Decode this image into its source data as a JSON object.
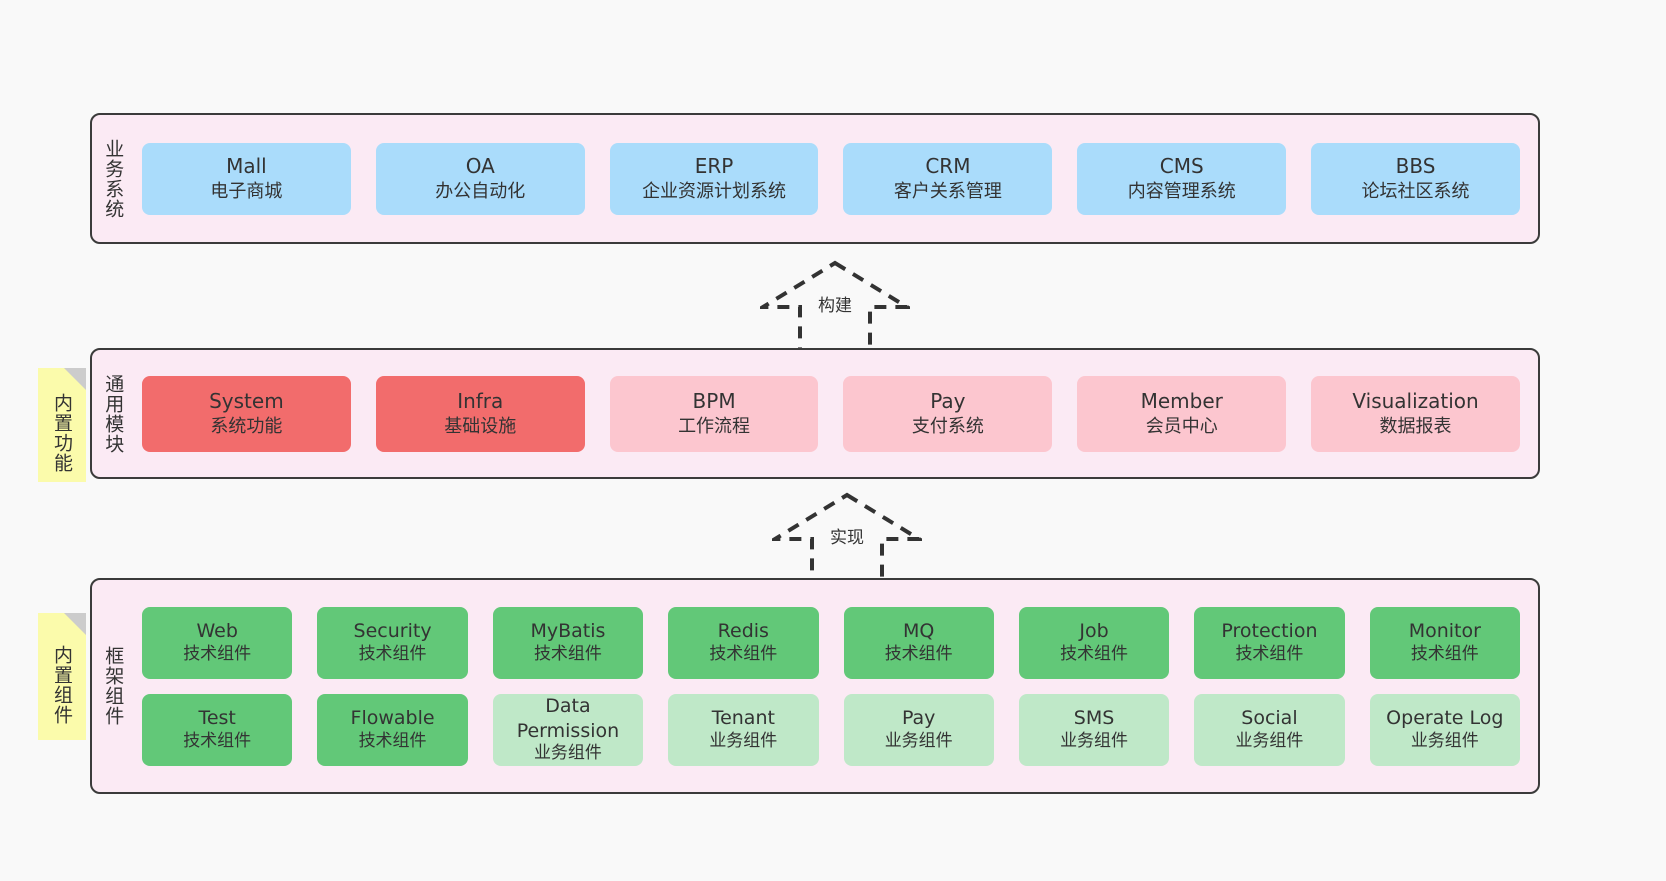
{
  "diagram": {
    "background": "#f9f9f9",
    "panel_fill": "#fbeaf4",
    "note_fill": "#fbfbab",
    "colors": {
      "business": "#aadcfb",
      "module_active": "#f26c6c",
      "module_plain": "#fcc6cf",
      "tech_component": "#62c878",
      "biz_component": "#bfe8c8"
    }
  },
  "layers": [
    {
      "id": "business",
      "title": "业务系统",
      "rows": [
        [
          {
            "name": "Mall",
            "desc": "电子商城"
          },
          {
            "name": "OA",
            "desc": "办公自动化"
          },
          {
            "name": "ERP",
            "desc": "企业资源计划系统"
          },
          {
            "name": "CRM",
            "desc": "客户关系管理"
          },
          {
            "name": "CMS",
            "desc": "内容管理系统"
          },
          {
            "name": "BBS",
            "desc": "论坛社区系统"
          }
        ]
      ]
    },
    {
      "id": "common",
      "title": "通用模块",
      "note": "内置功能",
      "rows": [
        [
          {
            "name": "System",
            "desc": "系统功能"
          },
          {
            "name": "Infra",
            "desc": "基础设施"
          },
          {
            "name": "BPM",
            "desc": "工作流程"
          },
          {
            "name": "Pay",
            "desc": "支付系统"
          },
          {
            "name": "Member",
            "desc": "会员中心"
          },
          {
            "name": "Visualization",
            "desc": "数据报表"
          }
        ]
      ]
    },
    {
      "id": "framework",
      "title": "框架组件",
      "note": "内置组件",
      "rows": [
        [
          {
            "name": "Web",
            "desc": "技术组件"
          },
          {
            "name": "Security",
            "desc": "技术组件"
          },
          {
            "name": "MyBatis",
            "desc": "技术组件"
          },
          {
            "name": "Redis",
            "desc": "技术组件"
          },
          {
            "name": "MQ",
            "desc": "技术组件"
          },
          {
            "name": "Job",
            "desc": "技术组件"
          },
          {
            "name": "Protection",
            "desc": "技术组件"
          },
          {
            "name": "Monitor",
            "desc": "技术组件"
          }
        ],
        [
          {
            "name": "Test",
            "desc": "技术组件"
          },
          {
            "name": "Flowable",
            "desc": "技术组件"
          },
          {
            "name": "Data Permission",
            "desc": "业务组件"
          },
          {
            "name": "Tenant",
            "desc": "业务组件"
          },
          {
            "name": "Pay",
            "desc": "业务组件"
          },
          {
            "name": "SMS",
            "desc": "业务组件"
          },
          {
            "name": "Social",
            "desc": "业务组件"
          },
          {
            "name": "Operate Log",
            "desc": "业务组件"
          }
        ]
      ]
    }
  ],
  "connectors": [
    {
      "id": "build",
      "label": "构建",
      "style": "dashed-hollow-arrow",
      "direction": "up"
    },
    {
      "id": "impl",
      "label": "实现",
      "style": "dashed-hollow-arrow",
      "direction": "up"
    }
  ]
}
